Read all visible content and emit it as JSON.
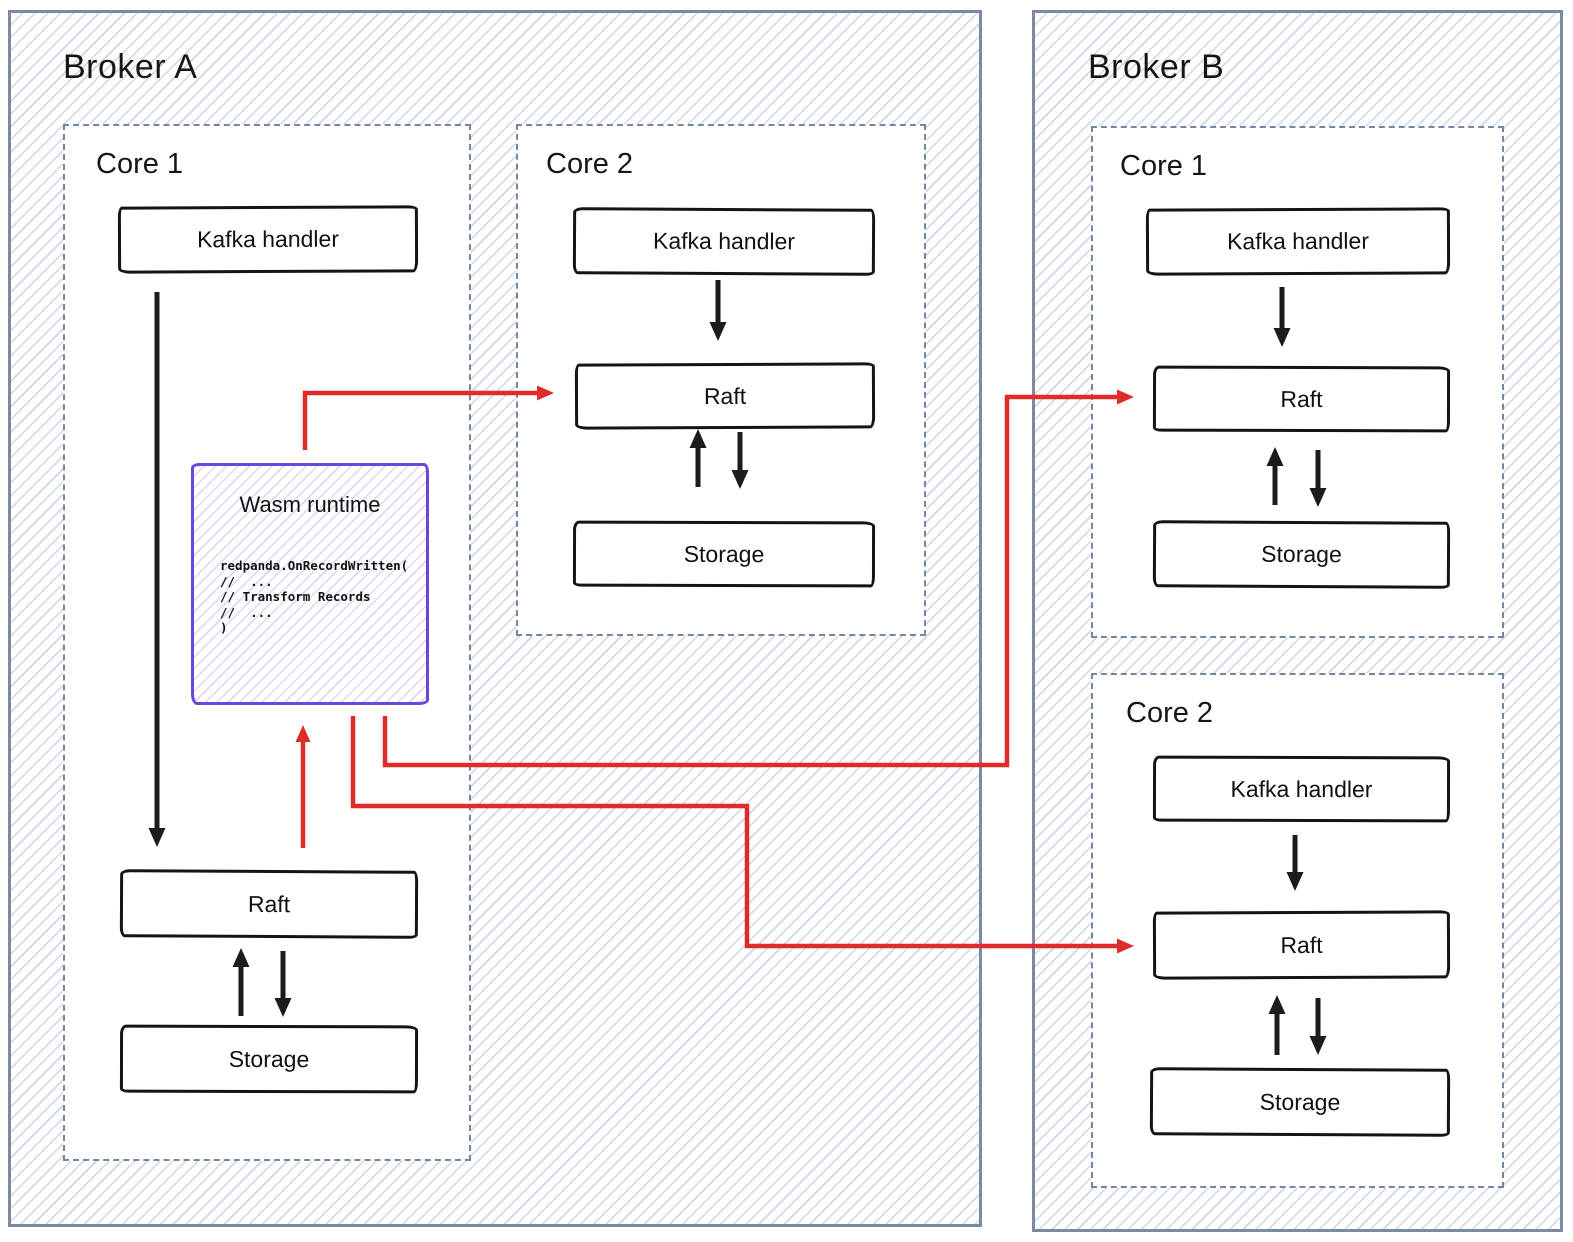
{
  "diagram": {
    "brokers": [
      {
        "label": "Broker A",
        "cores": [
          {
            "label": "Core 1",
            "nodes": [
              {
                "label": "Kafka handler"
              },
              {
                "label": "Raft"
              },
              {
                "label": "Storage"
              }
            ],
            "wasm": {
              "title": "Wasm runtime",
              "code": [
                "redpanda.OnRecordWritten(",
                "//  ...",
                "// Transform Records",
                "//  ...",
                ")"
              ]
            }
          },
          {
            "label": "Core 2",
            "nodes": [
              {
                "label": "Kafka handler"
              },
              {
                "label": "Raft"
              },
              {
                "label": "Storage"
              }
            ]
          }
        ]
      },
      {
        "label": "Broker B",
        "cores": [
          {
            "label": "Core 1",
            "nodes": [
              {
                "label": "Kafka handler"
              },
              {
                "label": "Raft"
              },
              {
                "label": "Storage"
              }
            ]
          },
          {
            "label": "Core 2",
            "nodes": [
              {
                "label": "Kafka handler"
              },
              {
                "label": "Raft"
              },
              {
                "label": "Storage"
              }
            ]
          }
        ]
      }
    ],
    "colors": {
      "arrow_red": "#e02b2b",
      "arrow_black": "#1c1c1c",
      "wasm_purple": "#6a46dd",
      "broker_border": "#7b8aa2",
      "core_border": "#7486a0",
      "hatch_line": "#cfd6e3",
      "wasm_hatch_line": "#ddd7f6"
    }
  }
}
